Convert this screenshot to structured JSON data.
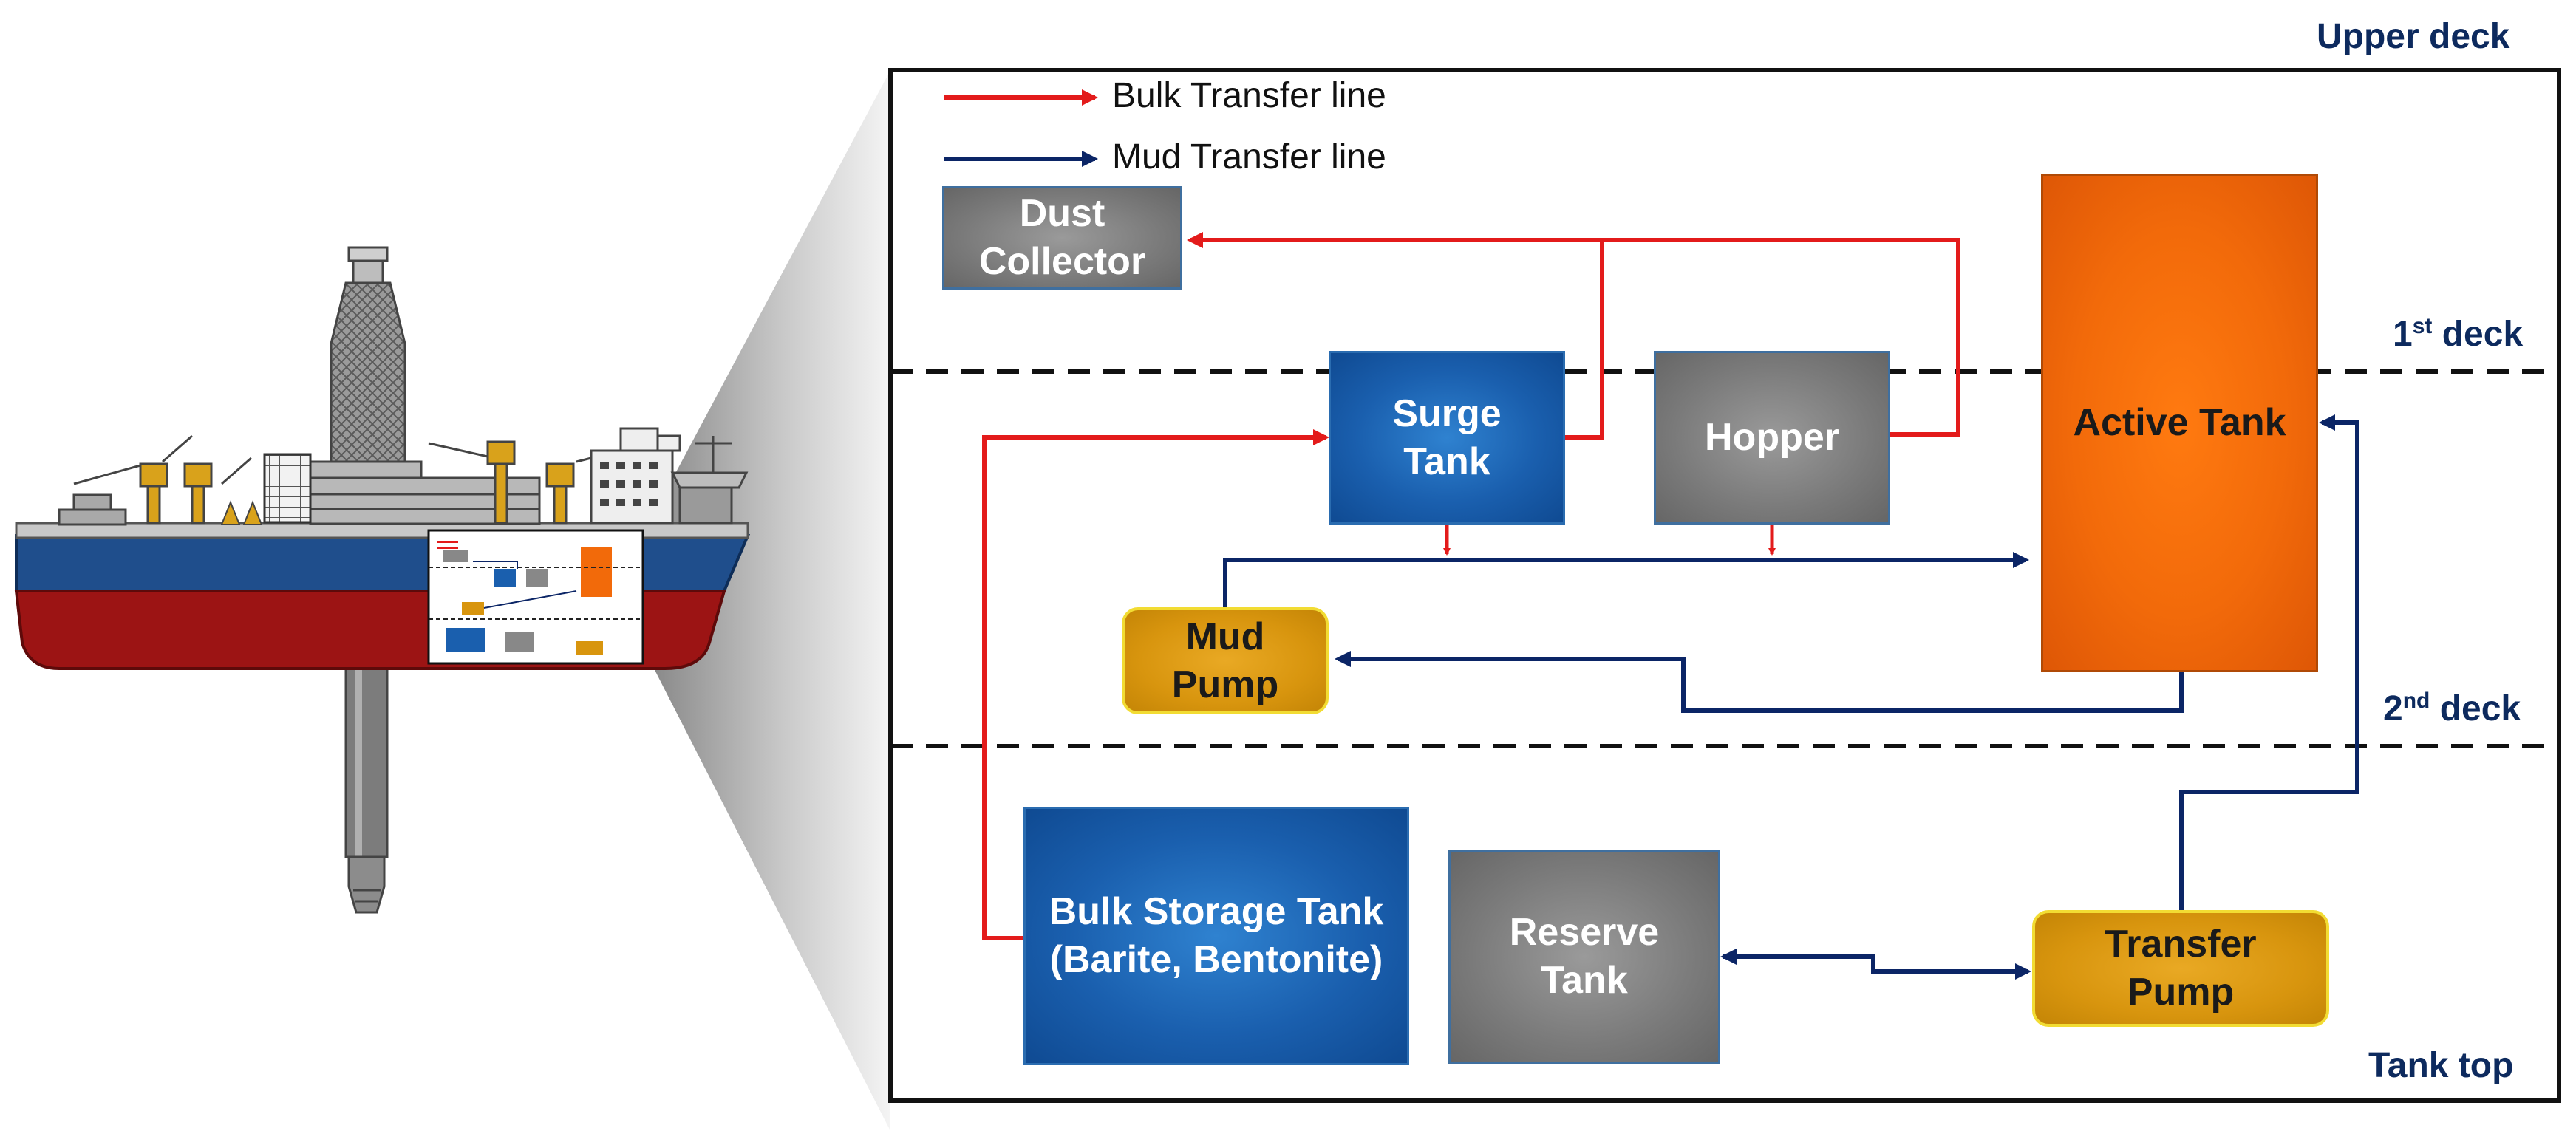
{
  "legend": {
    "bulk_line": "Bulk Transfer line",
    "mud_line": "Mud Transfer line"
  },
  "decks": {
    "upper": "Upper deck",
    "first_num": "1",
    "first_sup": "st",
    "first_word": " deck",
    "second_num": "2",
    "second_sup": "nd",
    "second_word": " deck",
    "tank_top": "Tank top"
  },
  "components": {
    "dust_collector": "Dust\nCollector",
    "surge_tank": "Surge\nTank",
    "hopper": "Hopper",
    "active_tank": "Active Tank",
    "mud_pump": "Mud\nPump",
    "bulk_storage": "Bulk Storage Tank\n(Barite, Bentonite)",
    "reserve_tank": "Reserve\nTank",
    "transfer_pump": "Transfer\nPump"
  },
  "colors": {
    "bulk_line": "#e31b1b",
    "mud_line": "#0b2566",
    "deck_label": "#0d2a5e",
    "hull_blue": "#1f4e8c",
    "hull_red": "#9c1414"
  }
}
